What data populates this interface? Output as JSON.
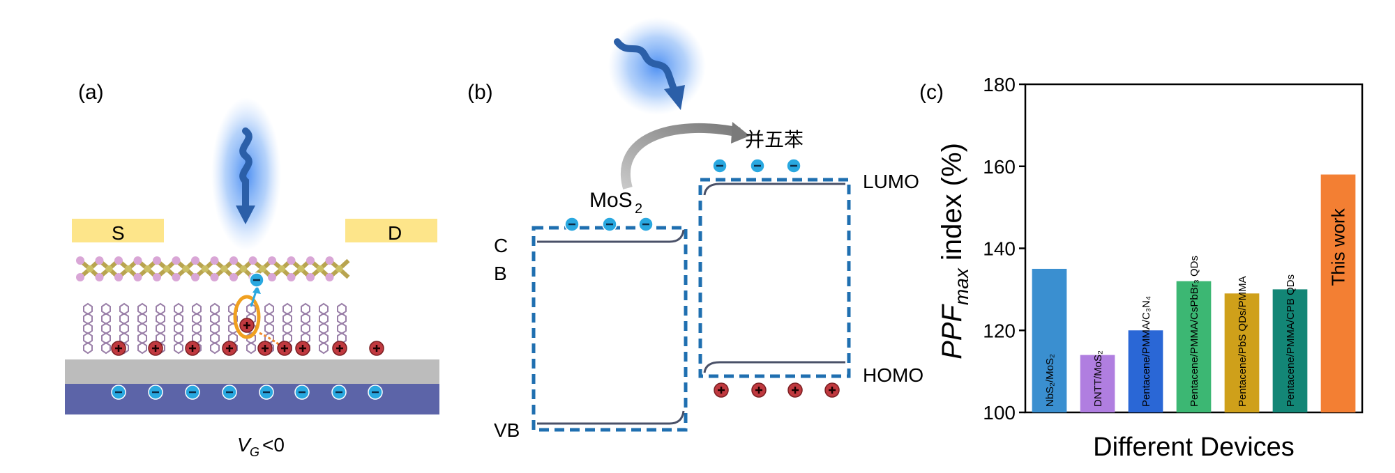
{
  "panel_a": {
    "label": "(a)",
    "source_label": "S",
    "drain_label": "D",
    "gate_text": "<0",
    "gate_symbol": "V",
    "gate_subscript": "G"
  },
  "panel_b": {
    "label": "(b)",
    "mos2_main": "MoS",
    "mos2_sub": "2",
    "pentacene_label": "并五苯",
    "cb_label_c": "C",
    "cb_label_b": "B",
    "vb_label": "VB",
    "lumo_label": "LUMO",
    "homo_label": "HOMO"
  },
  "panel_c": {
    "label": "(c)"
  },
  "colors": {
    "electron": "#29a8e0",
    "hole": "#c0393f",
    "dashed_box": "#1f6fb0",
    "band_line": "#4a5168",
    "electrode": "#fde58a",
    "substrate_top": "#bcbcbc",
    "substrate_bottom": "#5c64a8"
  },
  "chart_data": {
    "type": "bar",
    "ylabel_main": "PPF",
    "ylabel_sub": "max",
    "ylabel_rest": " index (%)",
    "xlabel": "Different Devices",
    "ylim": [
      100,
      180
    ],
    "yticks": [
      100,
      120,
      140,
      160,
      180
    ],
    "categories": [
      {
        "label": "NbS₂/MoS₂",
        "value": 135,
        "color": "#3a8fd0"
      },
      {
        "label": "DNTT/MoS₂",
        "value": 114,
        "color": "#b07ee0"
      },
      {
        "label": "Pentacene/PMMA/C₃N₄",
        "value": 120,
        "color": "#2a67d6"
      },
      {
        "label": "Pentacene/PMMA/CsPbBr₃ QDs",
        "value": 132,
        "color": "#3cb773"
      },
      {
        "label": "Pentacene/PbS QDs/PMMA",
        "value": 129,
        "color": "#cfa01a"
      },
      {
        "label": "Pentacene/PMMA/CPB QDs",
        "value": 130,
        "color": "#138676"
      },
      {
        "label": "This work",
        "value": 158,
        "color": "#f37f33"
      }
    ]
  }
}
